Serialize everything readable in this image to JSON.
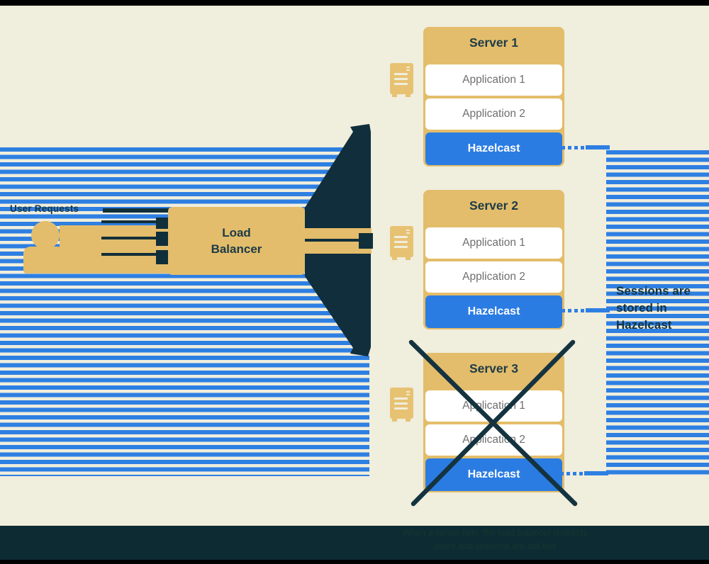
{
  "colors": {
    "cream_background": "#f0eedd",
    "stripe_blue": "#2e7fe2",
    "gold": "#e3bd6b",
    "gold_icon": "#e7c273",
    "dark_navy": "#112f3a",
    "hazelcast_blue": "#2b7ce2",
    "app_row_text": "#6f6f6f",
    "bottom_bar": "#0d2b33",
    "frame_black": "#000000"
  },
  "left_panel": {
    "user_requests_label": "User Requests",
    "load_balancer": {
      "line1": "Load",
      "line2": "Balancer"
    }
  },
  "servers": [
    {
      "name": "Server 1",
      "rows": [
        "Application 1",
        "Application 2"
      ],
      "cache_row": "Hazelcast",
      "crossed_out": false
    },
    {
      "name": "Server 2",
      "rows": [
        "Application 1",
        "Application 2"
      ],
      "cache_row": "Hazelcast",
      "crossed_out": false
    },
    {
      "name": "Server 3",
      "rows": [
        "Application 1",
        "Application 2"
      ],
      "cache_row": "Hazelcast",
      "crossed_out": true
    }
  ],
  "annotation": {
    "line1": "Sessions are",
    "line2": "stored in",
    "line3": "Hazelcast"
  },
  "caption": {
    "line1": "When a server fails, the load balancer redirects",
    "line2": "users and sessions are not lost"
  }
}
